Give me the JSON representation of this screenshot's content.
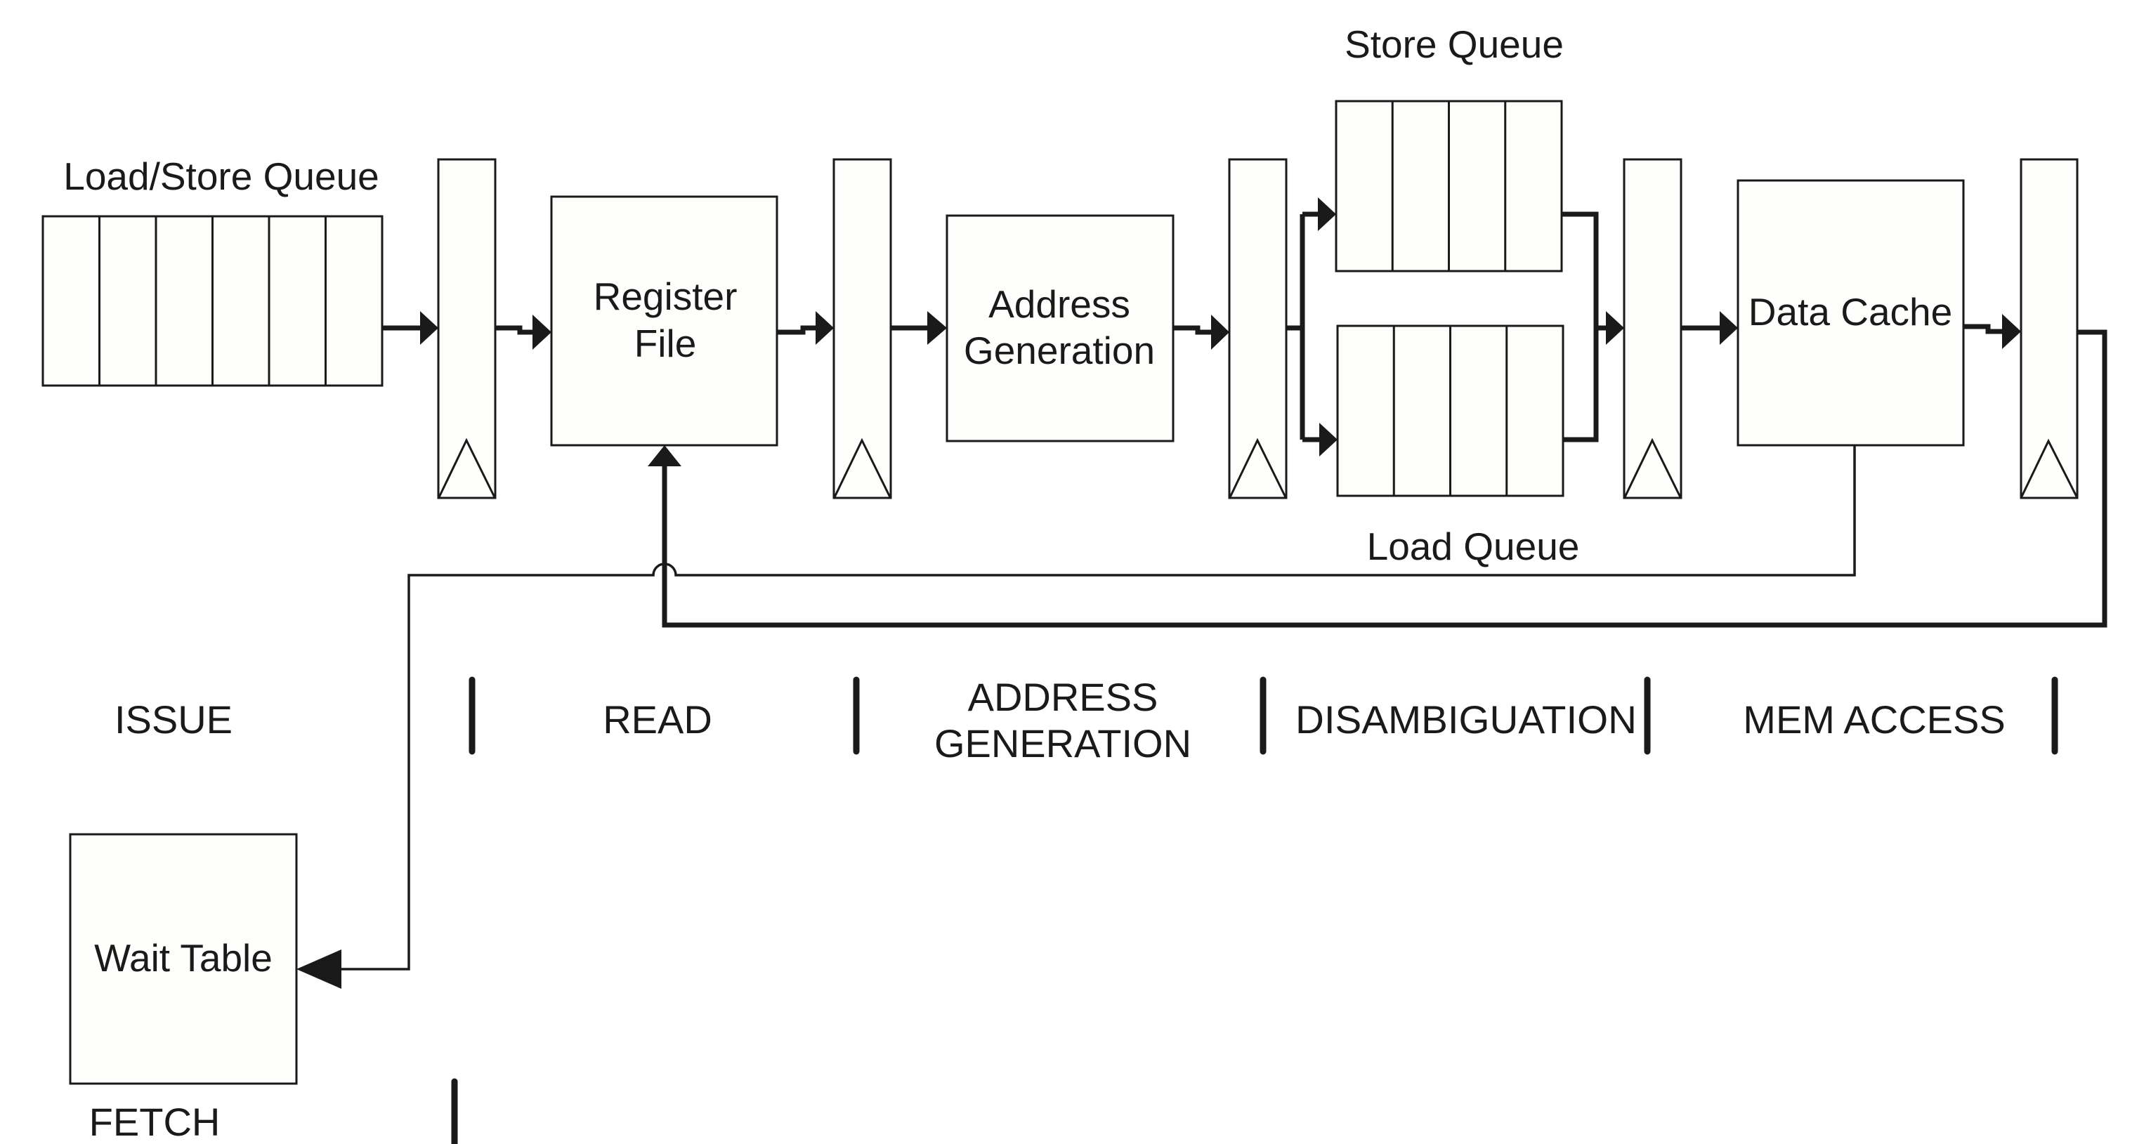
{
  "diagram": {
    "type": "pipeline-block-diagram",
    "components": {
      "load_store_queue": {
        "label": "Load/Store Queue",
        "entries": 6
      },
      "register_file": {
        "label_lines": [
          "Register",
          "File"
        ]
      },
      "address_generation": {
        "label_lines": [
          "Address",
          "Generation"
        ]
      },
      "store_queue": {
        "label": "Store Queue",
        "entries": 4
      },
      "load_queue": {
        "label": "Load Queue",
        "entries": 4
      },
      "data_cache": {
        "label": "Data Cache"
      },
      "wait_table": {
        "label": "Wait Table"
      }
    },
    "pipeline_registers": 5,
    "stages": [
      {
        "id": "issue",
        "label_lines": [
          "ISSUE"
        ]
      },
      {
        "id": "read",
        "label_lines": [
          "READ"
        ]
      },
      {
        "id": "address-generation",
        "label_lines": [
          "ADDRESS",
          "GENERATION"
        ]
      },
      {
        "id": "disambiguation",
        "label_lines": [
          "DISAMBIGUATION"
        ]
      },
      {
        "id": "mem-access",
        "label_lines": [
          "MEM ACCESS"
        ]
      },
      {
        "id": "fetch",
        "label_lines": [
          "FETCH"
        ]
      }
    ],
    "connections": [
      {
        "from": "load_store_queue",
        "to": "pipeline_register_1"
      },
      {
        "from": "pipeline_register_1",
        "to": "register_file"
      },
      {
        "from": "register_file",
        "to": "pipeline_register_2"
      },
      {
        "from": "pipeline_register_2",
        "to": "address_generation"
      },
      {
        "from": "address_generation",
        "to": "pipeline_register_3"
      },
      {
        "from": "pipeline_register_3",
        "to": "store_queue"
      },
      {
        "from": "pipeline_register_3",
        "to": "load_queue"
      },
      {
        "from": "store_queue",
        "to": "pipeline_register_4"
      },
      {
        "from": "load_queue",
        "to": "pipeline_register_4"
      },
      {
        "from": "pipeline_register_4",
        "to": "data_cache"
      },
      {
        "from": "data_cache",
        "to": "pipeline_register_5"
      },
      {
        "from": "pipeline_register_5",
        "to": "register_file",
        "kind": "writeback"
      },
      {
        "from": "data_cache",
        "to": "wait_table",
        "kind": "feedback"
      }
    ]
  }
}
